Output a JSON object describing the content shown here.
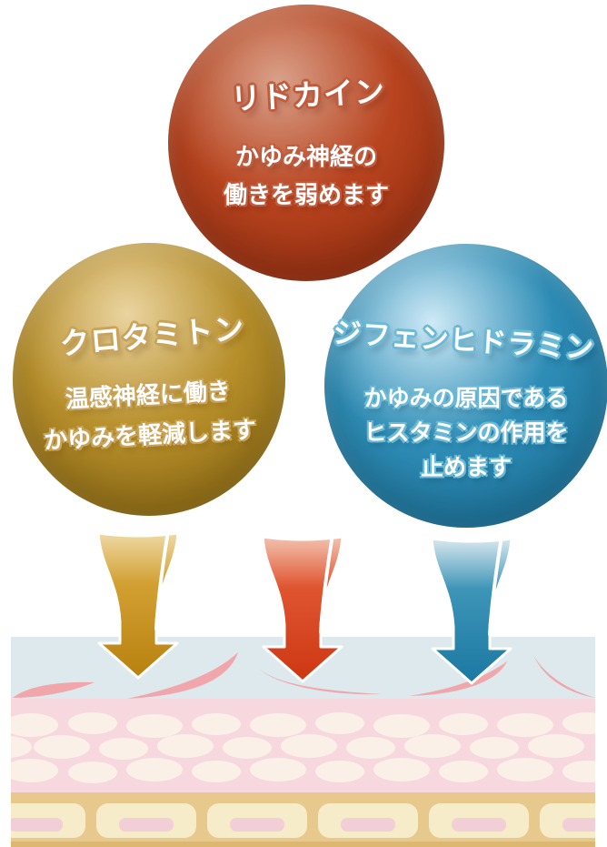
{
  "spheres": [
    {
      "name": "lidocaine",
      "title": "リドカイン",
      "lines": [
        "かゆみ神経の",
        "働きを弱めます"
      ]
    },
    {
      "name": "crotamiton",
      "title": "クロタミトン",
      "lines": [
        "温感神経に働き",
        "かゆみを軽減します"
      ]
    },
    {
      "name": "diphenhydramine",
      "title": "ジフェンヒドラミン",
      "lines": [
        "かゆみの原因である",
        "ヒスタミンの作用を",
        "止めます"
      ]
    }
  ],
  "icons": [
    {
      "name": "crotamiton-down-arrow-icon"
    },
    {
      "name": "lidocaine-down-arrow-icon"
    },
    {
      "name": "diphenhydramine-down-arrow-icon"
    },
    {
      "name": "skin-cross-section-illustration"
    }
  ],
  "colors": {
    "sphere-red-light": "#d9a18a",
    "sphere-red-mid": "#b8441f",
    "sphere-red-dark": "#952c0e",
    "outline-red": "#c05b3d",
    "sphere-gold-light": "#ead4a0",
    "sphere-gold-mid": "#b78f2b",
    "sphere-gold-dark": "#8e6a10",
    "outline-gold": "#c9a35a",
    "sphere-blue-light": "#cfeaf6",
    "sphere-blue-mid": "#2e8db6",
    "sphere-blue-dark": "#186f99",
    "outline-blue": "#6bb9d7",
    "arrow-gold-light": "#eed9a4",
    "arrow-gold-mid": "#d2a032",
    "arrow-gold-dark": "#b8810f",
    "arrow-red-light": "#f3c2b0",
    "arrow-red-mid": "#df5530",
    "arrow-red-dark": "#cd3712",
    "arrow-blue-light": "#d9e8ee",
    "arrow-blue-mid": "#3d95b8",
    "arrow-blue-dark": "#1b78a1",
    "skin-surface": "#dde9ec",
    "skin-dermis": "#f6d8de",
    "skin-cell": "#fbf0e8",
    "skin-fat-bg": "#e8c98d",
    "skin-fat-cell": "#f7ecc9",
    "skin-fat-core": "#f2ced6",
    "skin-fat-edge": "#ddb670",
    "crescent": "#f0a6ab"
  }
}
